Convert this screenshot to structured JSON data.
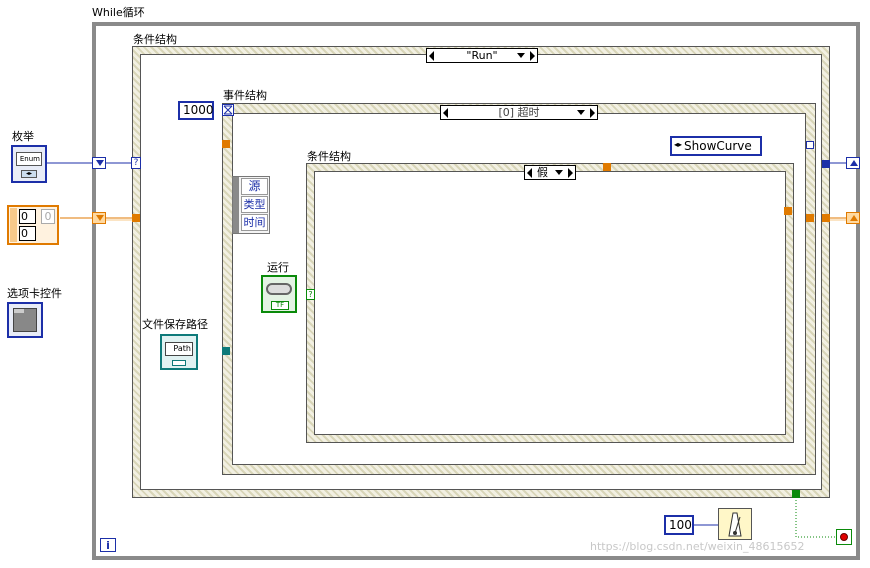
{
  "while_loop": {
    "label": "While循环",
    "iteration_terminal": "i"
  },
  "case_outer": {
    "label": "条件结构",
    "selector": "\"Run\""
  },
  "event_struct": {
    "label": "事件结构",
    "selector": "[0] 超时",
    "timeout_const": "1000",
    "event_data": [
      "源",
      "类型",
      "时间"
    ]
  },
  "case_inner": {
    "label": "条件结构",
    "selector": "假"
  },
  "controls": {
    "enum_label": "枚举",
    "enum_glyph": "Enum",
    "cluster_values": [
      "0",
      "0"
    ],
    "cluster_const": "0",
    "tab_label": "选项卡控件",
    "run_label": "运行",
    "path_label": "文件保存路径",
    "path_glyph": "Path",
    "ring_value": "ShowCurve",
    "wait_const": "100",
    "tf_glyph": "TF"
  },
  "watermark": "https://blog.csdn.net/weixin_48615652",
  "colors": {
    "enum_wire": "#1c2fa8",
    "cluster_wire": "#e07a00",
    "path_wire": "#0e7a7a",
    "bool_wire": "#0a8a0a"
  }
}
